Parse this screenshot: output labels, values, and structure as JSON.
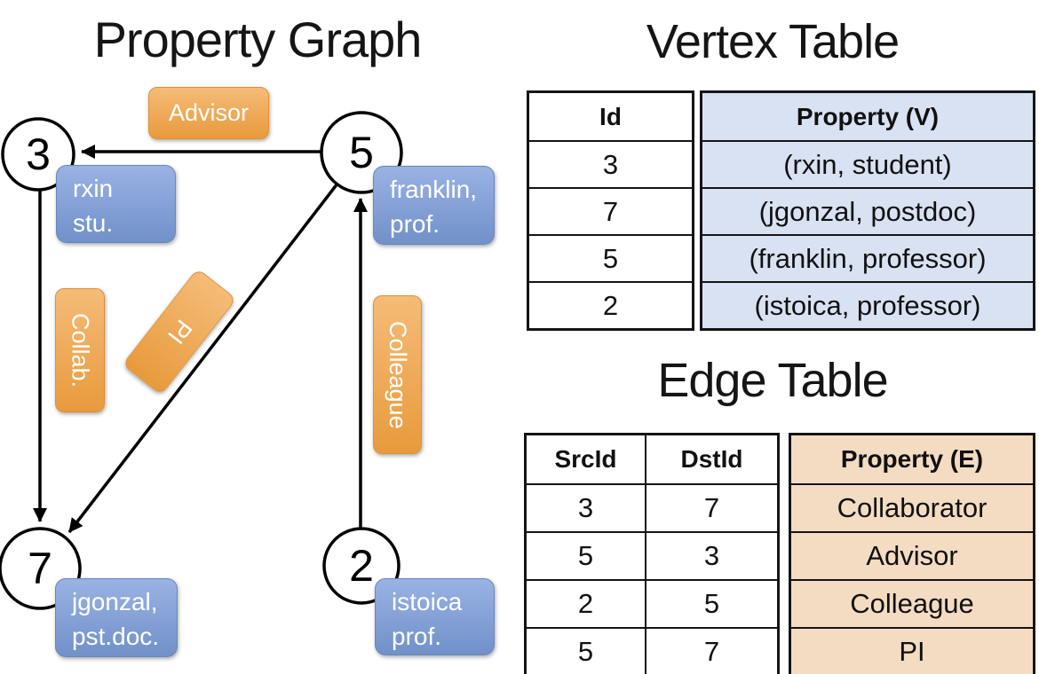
{
  "graph": {
    "title": "Property Graph",
    "vertices": [
      {
        "id": "3",
        "prop_line1": "rxin",
        "prop_line2": "stu."
      },
      {
        "id": "5",
        "prop_line1": "franklin,",
        "prop_line2": "prof."
      },
      {
        "id": "7",
        "prop_line1": "jgonzal,",
        "prop_line2": "pst.doc."
      },
      {
        "id": "2",
        "prop_line1": "istoica",
        "prop_line2": "prof."
      }
    ],
    "edge_labels": {
      "advisor": "Advisor",
      "collab": "Collab.",
      "pi": "PI",
      "colleague": "Colleague"
    }
  },
  "vertex_table": {
    "title": "Vertex Table",
    "columns": {
      "id": "Id",
      "property": "Property (V)"
    },
    "rows": [
      {
        "id": "3",
        "property": "(rxin, student)"
      },
      {
        "id": "7",
        "property": "(jgonzal, postdoc)"
      },
      {
        "id": "5",
        "property": "(franklin, professor)"
      },
      {
        "id": "2",
        "property": "(istoica, professor)"
      }
    ]
  },
  "edge_table": {
    "title": "Edge Table",
    "columns": {
      "src": "SrcId",
      "dst": "DstId",
      "property": "Property (E)"
    },
    "rows": [
      {
        "src": "3",
        "dst": "7",
        "property": "Collaborator"
      },
      {
        "src": "5",
        "dst": "3",
        "property": "Advisor"
      },
      {
        "src": "2",
        "dst": "5",
        "property": "Colleague"
      },
      {
        "src": "5",
        "dst": "7",
        "property": "PI"
      }
    ]
  },
  "colors": {
    "edge_label_top": "#F5BC78",
    "edge_label_bottom": "#E89A3C",
    "edge_label_border": "#DF9134",
    "vertex_label_top": "#9AB2E4",
    "vertex_label_bottom": "#7191C9",
    "vertex_label_border": "#6787BC",
    "vertex_cell_bg": "#D9E2F3",
    "edge_cell_bg": "#F4DCC2"
  }
}
